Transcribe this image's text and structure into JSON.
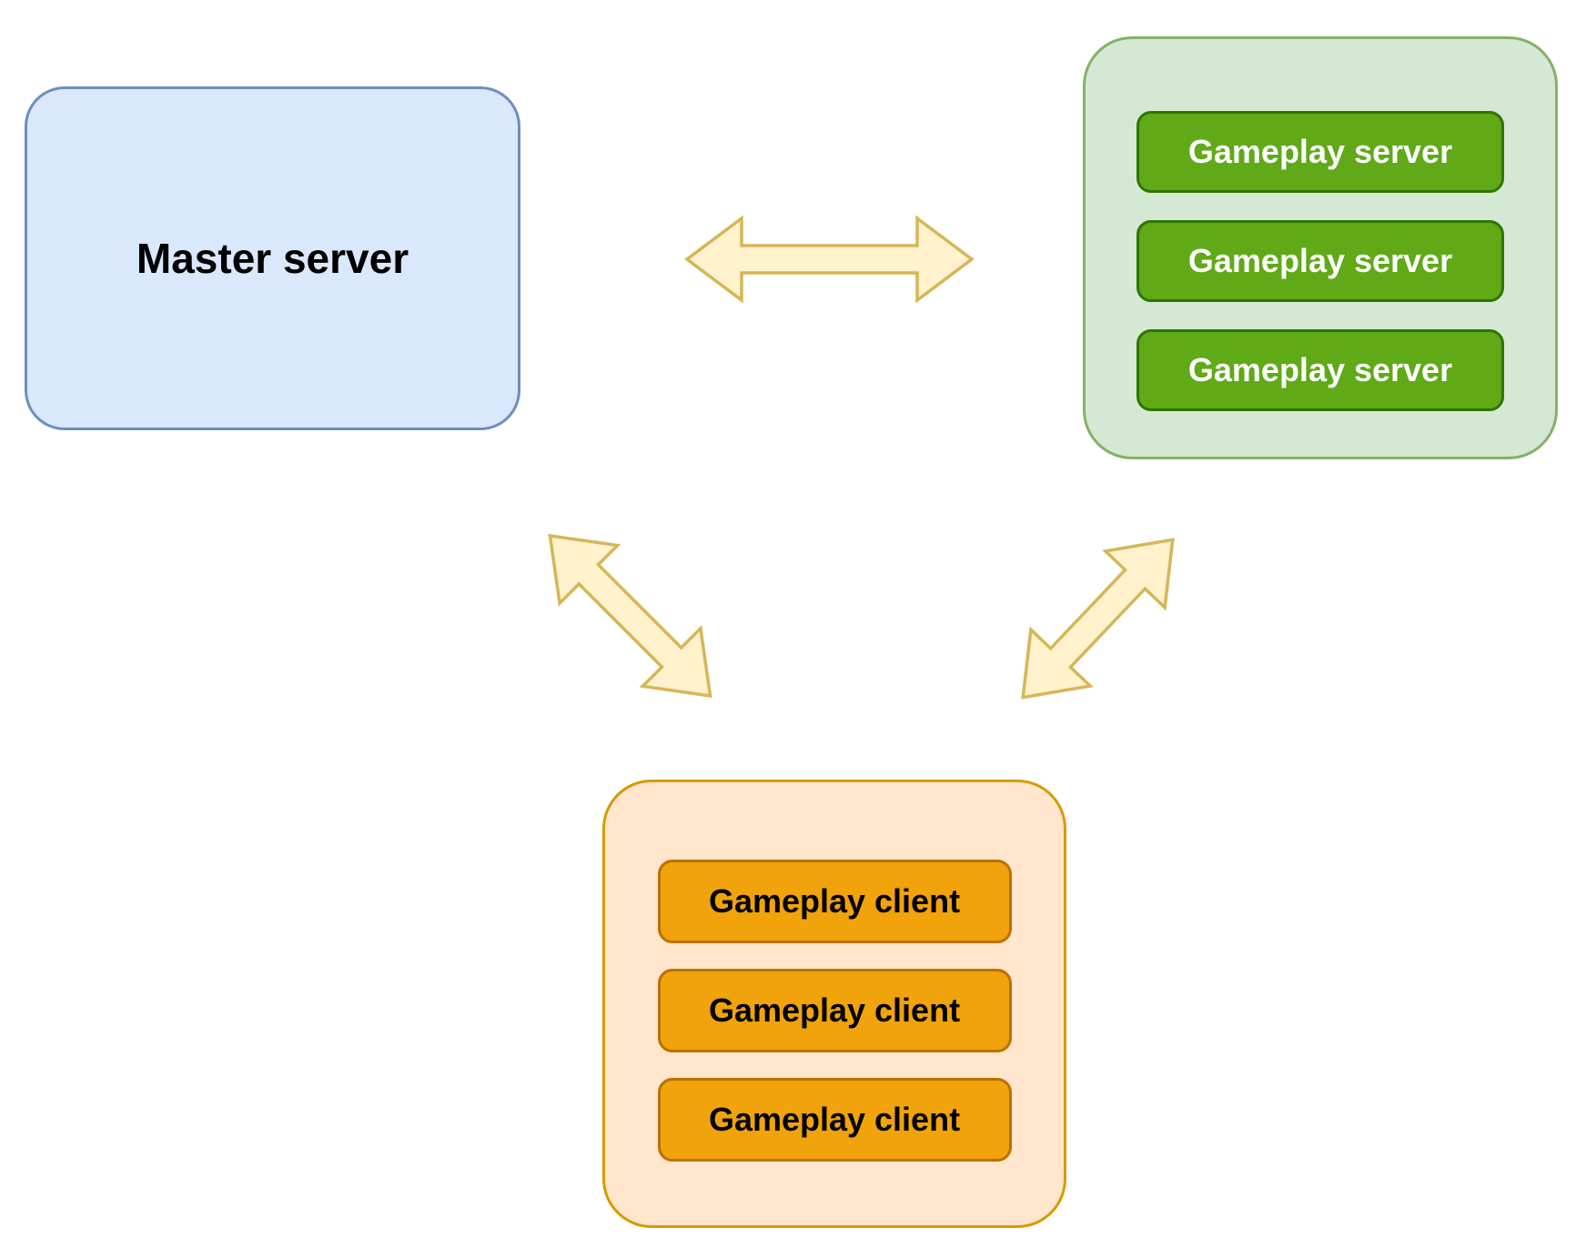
{
  "nodes": {
    "master": {
      "label": "Master server",
      "fill": "#dae8fc",
      "stroke": "#6c8ebf",
      "text_color": "#000000"
    },
    "servers_group": {
      "fill": "#d5e8d4",
      "stroke": "#82b366",
      "item_fill": "#60a917",
      "item_stroke": "#2d7600",
      "item_text_color": "#ffffff",
      "items": [
        "Gameplay server",
        "Gameplay server",
        "Gameplay server"
      ]
    },
    "clients_group": {
      "fill": "#ffe6cc",
      "stroke": "#d79b00",
      "item_fill": "#f0a30a",
      "item_stroke": "#bd7000",
      "item_text_color": "#000000",
      "items": [
        "Gameplay client",
        "Gameplay client",
        "Gameplay client"
      ]
    }
  },
  "edges": [
    {
      "name": "master-to-gameplay-servers",
      "type": "double-headed-arrow",
      "fill": "#fff2cc",
      "stroke": "#d6b656"
    },
    {
      "name": "master-to-gameplay-clients",
      "type": "double-headed-arrow",
      "fill": "#fff2cc",
      "stroke": "#d6b656"
    },
    {
      "name": "gameplay-servers-to-gameplay-clients",
      "type": "double-headed-arrow",
      "fill": "#fff2cc",
      "stroke": "#d6b656"
    }
  ],
  "background_color": "#ffffff"
}
